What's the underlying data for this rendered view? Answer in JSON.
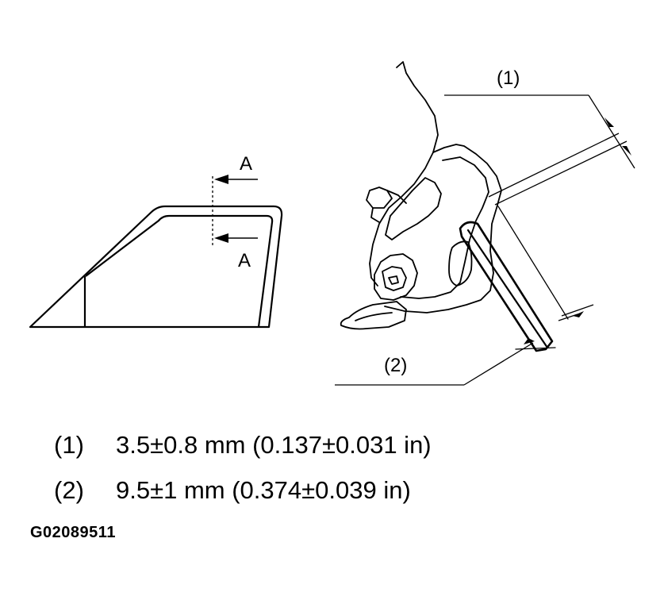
{
  "diagram": {
    "section_marker_top": "A",
    "section_marker_bottom": "A",
    "callout_1": "(1)",
    "callout_2": "(2)"
  },
  "specs": [
    {
      "number": "(1)",
      "text": "3.5±0.8 mm (0.137±0.031 in)"
    },
    {
      "number": "(2)",
      "text": "9.5±1 mm (0.374±0.039 in)"
    }
  ],
  "figure_code": "G02089511"
}
